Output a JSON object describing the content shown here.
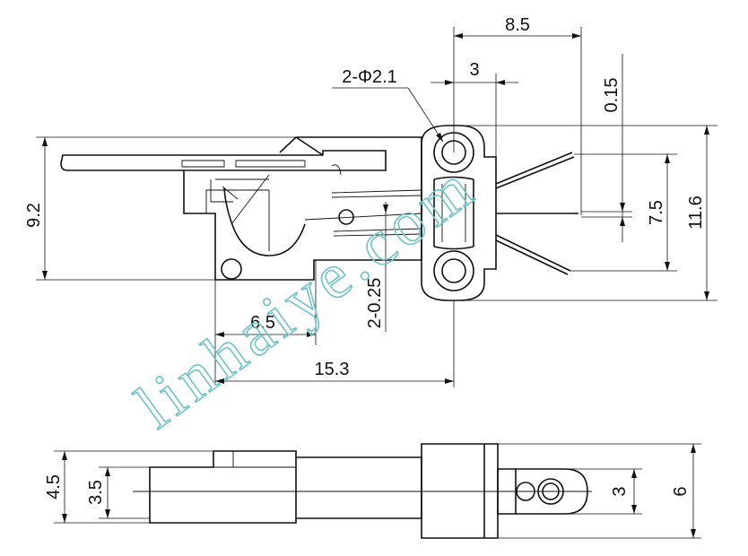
{
  "dimensions": {
    "top_width": "8.5",
    "hole_offset": "3",
    "hole_label": "2-Φ2.1",
    "gap_small": "0.15",
    "height_overall": "9.2",
    "terminal_pitch": "7.5",
    "height_bracket": "11.6",
    "lever_offset": "6.5",
    "thickness_pins": "2-0.25",
    "length_overall": "15.3",
    "side_height_a": "4.5",
    "side_height_b": "3.5",
    "side_tab": "3",
    "side_height_c": "6"
  },
  "watermark": "linhaiye.com",
  "colors": {
    "line": "#111111",
    "watermark": "#6fc3c9"
  }
}
